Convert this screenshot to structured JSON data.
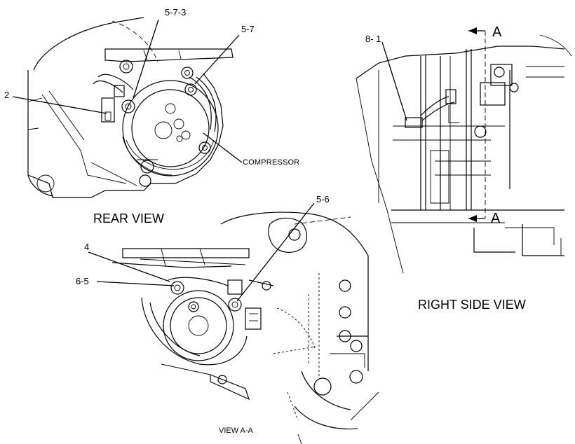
{
  "views": {
    "rear": "REAR VIEW",
    "right_side": "RIGHT SIDE VIEW",
    "view_aa": "VIEW A-A"
  },
  "callouts": {
    "c_5_7_3": "5-7-3",
    "c_5_7": "5-7",
    "c_2": "2",
    "c_compressor": "COMPRESSOR",
    "c_8_1": "8- 1",
    "c_5_6": "5-6",
    "c_4": "4",
    "c_6_5": "6-5"
  },
  "section_marks": {
    "top": "A",
    "bottom": "A"
  }
}
